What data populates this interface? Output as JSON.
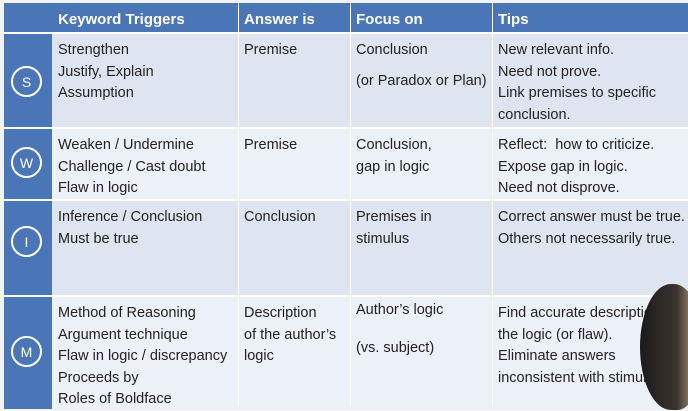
{
  "colors": {
    "header_bg": "#4a76b8",
    "row_bg": "#dfe5f0",
    "row_alt_bg": "#ecf0f7",
    "badge_border": "#ffffff"
  },
  "headers": {
    "keyword": "Keyword Triggers",
    "answer": "Answer is",
    "focus": "Focus on",
    "tips": "Tips"
  },
  "rows": [
    {
      "letter": "S",
      "keywords": [
        "Strengthen",
        "Justify, Explain",
        "Assumption"
      ],
      "answer": [
        "Premise"
      ],
      "focus": [
        "Conclusion",
        "",
        "(or Paradox or Plan)"
      ],
      "tips": [
        "New relevant info.",
        "Need not prove.",
        "Link premises to specific",
        "conclusion."
      ]
    },
    {
      "letter": "W",
      "keywords": [
        "Weaken / Undermine",
        "Challenge / Cast doubt",
        "Flaw in logic"
      ],
      "answer": [
        "Premise"
      ],
      "focus": [
        "Conclusion,",
        "gap in logic"
      ],
      "tips": [
        "Reflect:  how to criticize.",
        "Expose gap in logic.",
        "Need not disprove."
      ]
    },
    {
      "letter": "I",
      "keywords": [
        "Inference / Conclusion",
        "Must be true"
      ],
      "answer": [
        "Conclusion"
      ],
      "focus": [
        "Premises in",
        "stimulus"
      ],
      "tips": [
        "Correct answer must be true.",
        "Others not necessarily true."
      ]
    },
    {
      "letter": "M",
      "keywords": [
        "Method of Reasoning",
        "Argument technique",
        "Flaw in logic / discrepancy",
        "Proceeds by",
        "Roles of Boldface"
      ],
      "answer": [
        "Description",
        "of the author’s",
        "logic"
      ],
      "focus": [
        "Author’s logic",
        "",
        "(vs. subject)"
      ],
      "tips": [
        "Find accurate description of",
        "the logic (or flaw).",
        "Eliminate answers",
        "inconsistent with stimul"
      ]
    }
  ]
}
